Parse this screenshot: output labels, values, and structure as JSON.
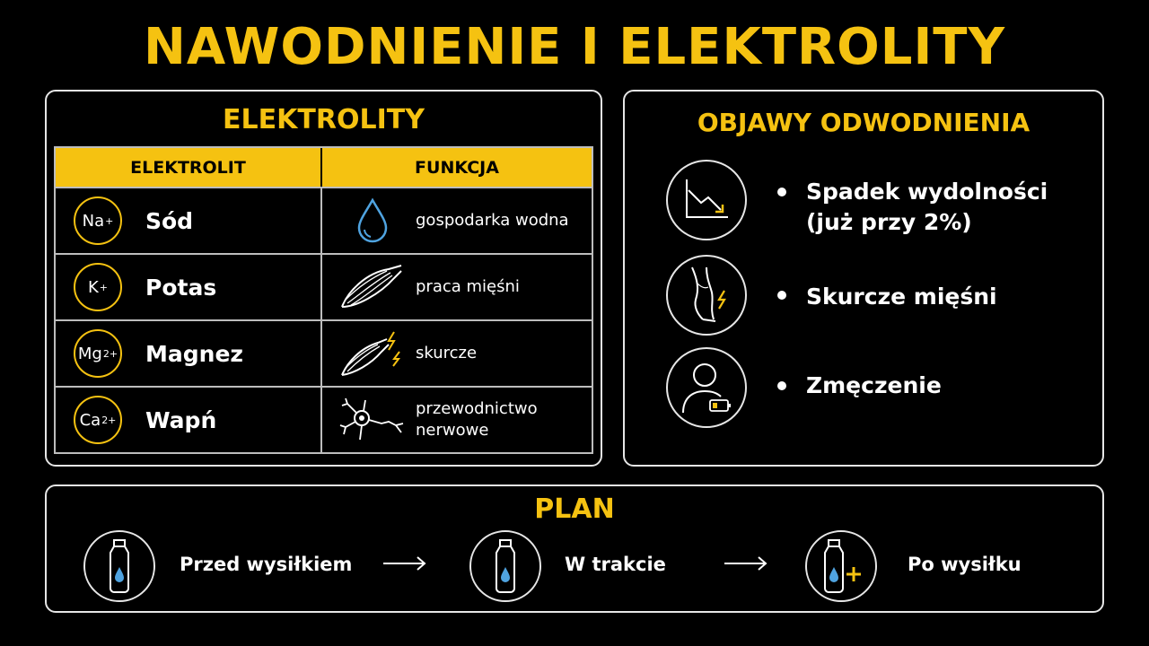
{
  "title": "NAWODNIENIE I ELEKTROLITY",
  "electrolytes": {
    "heading": "ELEKTROLITY",
    "columns": [
      "ELEKTROLIT",
      "FUNKCJA"
    ],
    "rows": [
      {
        "symbol": "Na",
        "charge": "+",
        "name": "Sód",
        "function": "gospodarka wodna",
        "icon": "water-drop-icon"
      },
      {
        "symbol": "K",
        "charge": "+",
        "name": "Potas",
        "function": "praca mięśni",
        "icon": "muscle-icon"
      },
      {
        "symbol": "Mg",
        "charge": "2+",
        "name": "Magnez",
        "function": "skurcze",
        "icon": "muscle-cramp-icon"
      },
      {
        "symbol": "Ca",
        "charge": "2+",
        "name": "Wapń",
        "function": "przewodnictwo nerwowe",
        "icon": "neuron-icon"
      }
    ]
  },
  "symptoms": {
    "heading": "OBJAWY ODWODNIENIA",
    "items": [
      {
        "text": "Spadek wydolności (już przy 2%)",
        "icon": "declining-chart-icon"
      },
      {
        "text": "Skurcze mięśni",
        "icon": "leg-cramp-icon"
      },
      {
        "text": "Zmęczenie",
        "icon": "tired-person-low-battery-icon"
      }
    ]
  },
  "plan": {
    "heading": "PLAN",
    "steps": [
      {
        "label": "Przed wysiłkiem",
        "icon": "water-bottle-icon"
      },
      {
        "label": "W trakcie",
        "icon": "water-bottle-icon"
      },
      {
        "label": "Po wysiłku",
        "icon": "water-bottle-plus-icon"
      }
    ]
  },
  "colors": {
    "accent": "#F5C211",
    "water": "#4FA3E0",
    "background": "#000000"
  }
}
